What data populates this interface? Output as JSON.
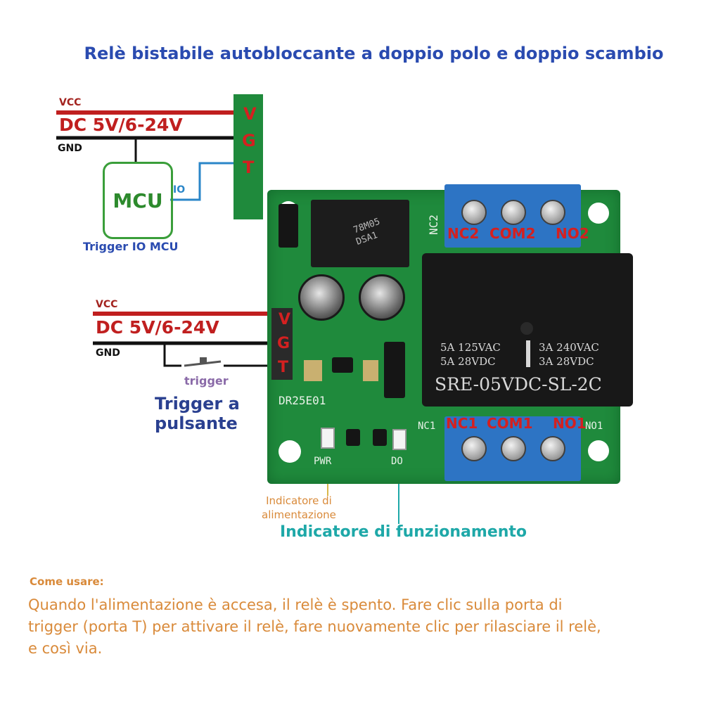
{
  "title": "Relè bistabile autobloccante a doppio polo e doppio scambio",
  "wiring_top": {
    "vcc": "VCC",
    "dc": "DC 5V/6-24V",
    "gnd": "GND",
    "mcu": "MCU",
    "io": "IO",
    "label": "Trigger IO MCU"
  },
  "wiring_bottom": {
    "vcc": "VCC",
    "dc": "DC 5V/6-24V",
    "gnd": "GND",
    "trigger": "trigger",
    "caption": [
      "Trigger a",
      "pulsante"
    ]
  },
  "header_pins": {
    "v": "V",
    "g": "G",
    "t": "T"
  },
  "board": {
    "model": "DR25E01",
    "regulator": [
      "78M05",
      "DSA1"
    ],
    "relay_specs_left": [
      "5A  125VAC",
      "5A  28VDC"
    ],
    "relay_specs_right": [
      "3A  240VAC",
      "3A  28VDC"
    ],
    "relay_model": "SRE-05VDC-SL-2C",
    "top_terminals": [
      "NC2",
      "COM2",
      "NO2"
    ],
    "bottom_terminals": [
      "NC1",
      "COM1",
      "NO1"
    ],
    "silk_nc2": "NC2",
    "silk_nc1": "NC1",
    "silk_no1": "NO1",
    "silk_pwr": "PWR",
    "silk_do": "DO"
  },
  "indicators": {
    "power": [
      "Indicatore di",
      "alimentazione"
    ],
    "function": "Indicatore di funzionamento"
  },
  "howto_title": "Come usare:",
  "howto_lines": [
    "Quando l'alimentazione è accesa, il relè è spento. Fare clic sulla porta di",
    "trigger (porta T) per attivare il relè, fare nuovamente clic per rilasciare il relè,",
    "e così via."
  ],
  "colors": {
    "title": "#2a4bb0",
    "vcc_wire": "#c01f1f",
    "gnd_wire": "#111111",
    "io_wire": "#2a86c8",
    "board": "#1f8a3c",
    "terminal": "#2d74c4",
    "note": "#d98a3a",
    "function": "#1ea8a8"
  }
}
